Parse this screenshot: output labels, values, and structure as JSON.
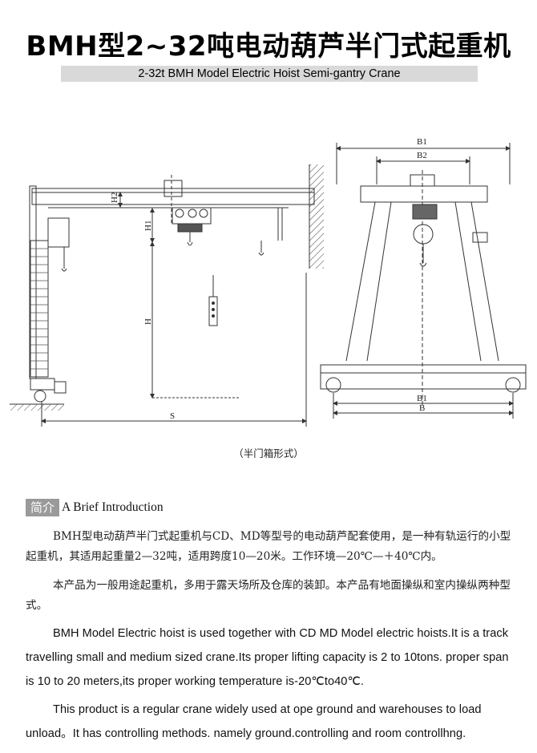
{
  "header": {
    "title": "BMH型2~32吨电动葫芦半门式起重机",
    "subtitle": "2-32t BMH Model Electric Hoist Semi-gantry Crane"
  },
  "drawing": {
    "side_view_labels": {
      "h2": "H2",
      "h1": "H1",
      "h": "H",
      "s": "S"
    },
    "front_view_labels": {
      "b1_top": "B1",
      "b2": "B2",
      "b1_bottom": "B1",
      "b": "B"
    },
    "caption": "（半门箱形式）"
  },
  "intro": {
    "tag": "简介",
    "label": "A Brief Introduction",
    "zh_para1": "BMH型电动葫芦半门式起重机与CD、MD等型号的电动葫芦配套使用，是一种有轨运行的小型起重机，其适用起重量2—32吨，适用跨度10—20米。工作环境—20℃—＋40℃内。",
    "zh_para2": "本产品为一般用途起重机，多用于露天场所及仓库的装卸。本产品有地面操纵和室内操纵两种型式。",
    "en_para1": "BMH Model Electric hoist is used together with CD MD Model electric hoists.It is a track travelling small and medium sized crane.Its proper lifting capacity is 2 to 10tons. proper span is 10 to 20 meters,its proper working temperature is-20℃to40℃.",
    "en_para2": "This product is a regular crane widely used at ope  ground and warehouses to load unload。It has controlling methods. namely ground.controlling and room controllhng."
  }
}
